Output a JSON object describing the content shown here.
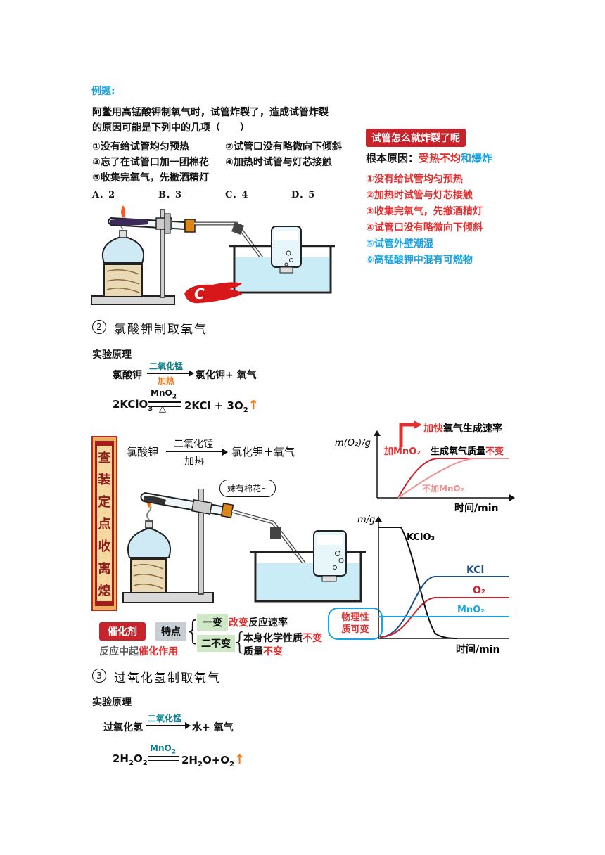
{
  "example_label": "例题:",
  "question": {
    "line1": "阿鳖用高锰酸钾制氧气时，试管炸裂了，造成试管炸裂",
    "line2": "的原因可能是下列中的几项（　　）",
    "opt1": "①没有给试管均匀预热",
    "opt2": "②试管口没有略微向下倾斜",
    "opt3": "③忘了在试管口加一团棉花",
    "opt4": "④加热时试管与灯芯接触",
    "opt5": "⑤收集完氧气，先撤酒精灯",
    "choices": [
      "A．2",
      "B．3",
      "C．4",
      "D．5"
    ],
    "answer": "C"
  },
  "panel": {
    "tag": "试管怎么就炸裂了呢",
    "root_label": "根本原因：",
    "root_red": "受热不均",
    "root_and": "和",
    "root_blue": "爆炸",
    "reasons": [
      "①没有给试管均匀预热",
      "②加热时试管与灯芯接触",
      "③收集完氧气，先撤酒精灯",
      "④试管口没有略微向下倾斜",
      "⑤试管外壁潮湿",
      "⑥高锰酸钾中混有可燃物"
    ]
  },
  "section2": {
    "num": "2",
    "title": "氯酸钾制取氧气",
    "principle": "实验原理",
    "reactant": "氯酸钾",
    "catalyst": "二氧化锰",
    "condition": "加热",
    "products": "氯化钾+ 氧气",
    "eq_left": "2KClO",
    "eq_left_sub": "3",
    "eq_over": "MnO",
    "eq_over_sub": "2",
    "eq_under": "△",
    "eq_right": "2KCl + 3O",
    "eq_right_sub": "2"
  },
  "diagram2": {
    "side_label": [
      "查",
      "装",
      "定",
      "点",
      "收",
      "离",
      "熄"
    ],
    "reactant": "氯酸钾",
    "catalyst": "二氧化锰",
    "condition": "加热",
    "products": "氯化钾＋氧气",
    "bubble": "妹有棉花~",
    "catalyst_tag": "催化剂",
    "feature_tag": "特点",
    "yi_bian": "一变",
    "change_red": "改变",
    "change_rest": "反应速率",
    "er_bu_bian": "二不变",
    "chem_prop": "本身化学性质",
    "bu_bian1": "不变",
    "mass": "质量",
    "bu_bian2": "不变",
    "role_prefix": "反应中起",
    "role_red": "催化作用",
    "phys_line1": "物理性",
    "phys_line2": "质可变"
  },
  "graph1": {
    "ylabel": "m(O₂)/g",
    "xlabel": "时间/min",
    "arrow_note_red": "加快",
    "arrow_note_rest": "氧气生成速率",
    "add_label": "加MnO₂",
    "mass_label": "生成氧气质量",
    "mass_red": "不变",
    "no_add_label": "不加MnO₂"
  },
  "graph2": {
    "ylabel": "m/g",
    "xlabel": "时间/min",
    "kclo3": "KClO₃",
    "kcl": "KCl",
    "o2": "O₂",
    "mno2": "MnO₂"
  },
  "section3": {
    "num": "3",
    "title": "过氧化氢制取氧气",
    "principle": "实验原理",
    "reactant": "过氧化氢",
    "catalyst": "二氧化锰",
    "products": "水+ 氧气",
    "eq_left": "2H",
    "eq_left_sub": "2",
    "eq_left2": "O",
    "eq_left_sub2": "2",
    "eq_over": "MnO",
    "eq_over_sub": "2",
    "eq_right": "2H",
    "eq_right_sub": "2",
    "eq_right2": "O+O",
    "eq_right_sub2": "2"
  },
  "colors": {
    "accent_blue": "#1aa3e0",
    "red": "#e03030",
    "tag_red": "#c8232a",
    "orange": "#f07a1a",
    "teal": "#0e7f8e"
  }
}
